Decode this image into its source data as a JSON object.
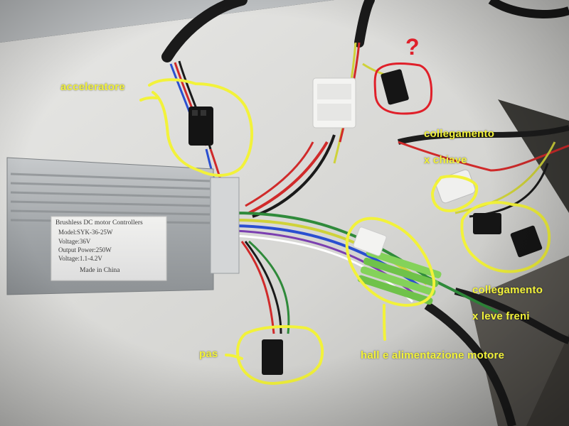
{
  "controller_label": {
    "line1": "Brushless DC motor Controllers",
    "line2": "Model:SYK-36-25W",
    "line3": "Voltage:36V",
    "line4": "Output Power:250W",
    "line5": "Voltage:1.1-4.2V",
    "line6": "Made in China"
  },
  "annotations": {
    "accelerator": "acceleratore",
    "question_mark": "?",
    "key_connection_line1": "collegamento",
    "key_connection_line2": "x chiave",
    "brake_connection_line1": "collegamento",
    "brake_connection_line2": "x leve freni",
    "hall_motor_power": "hall e alimentazione motore",
    "pas": "pas"
  },
  "colors": {
    "annotation_yellow": "#f2f23a",
    "question_red": "#e0202a",
    "table_surface": "#dcdcda",
    "controller_body": "#a9adaf"
  }
}
